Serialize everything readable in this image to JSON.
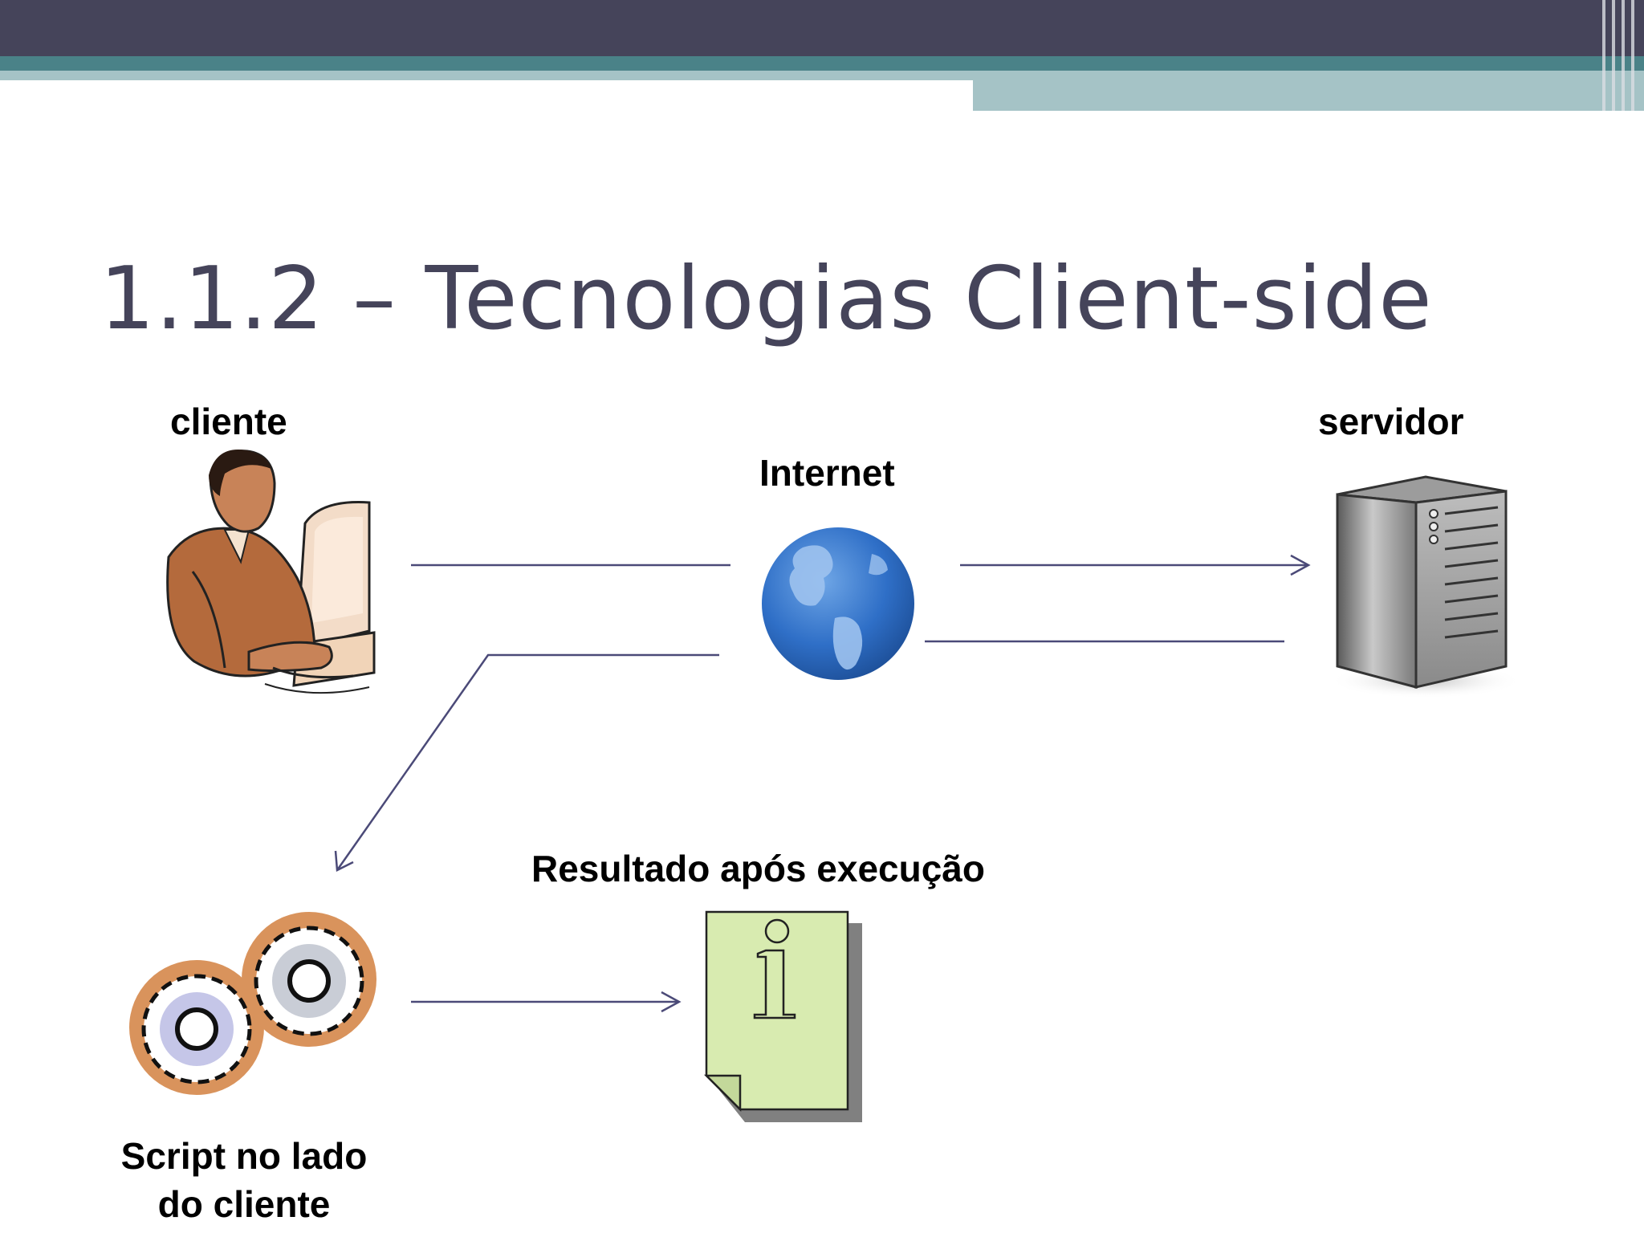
{
  "slide": {
    "title": "1.1.2 – Tecnologias Client-side"
  },
  "diagram": {
    "client_label": "cliente",
    "internet_label": "Internet",
    "server_label": "servidor",
    "result_label": "Resultado após execução",
    "script_label_line1": "Script no lado",
    "script_label_line2": "do cliente"
  },
  "colors": {
    "header_dark": "#45445a",
    "header_teal": "#4a8288",
    "header_light": "#a5c3c6",
    "title_text": "#45445a",
    "arrow": "#4b4a78",
    "document_fill": "#d8ebb0"
  },
  "icons": {
    "client": "person-at-computer-icon",
    "internet": "globe-icon",
    "server": "server-tower-icon",
    "script": "gears-icon",
    "result": "info-document-icon"
  }
}
